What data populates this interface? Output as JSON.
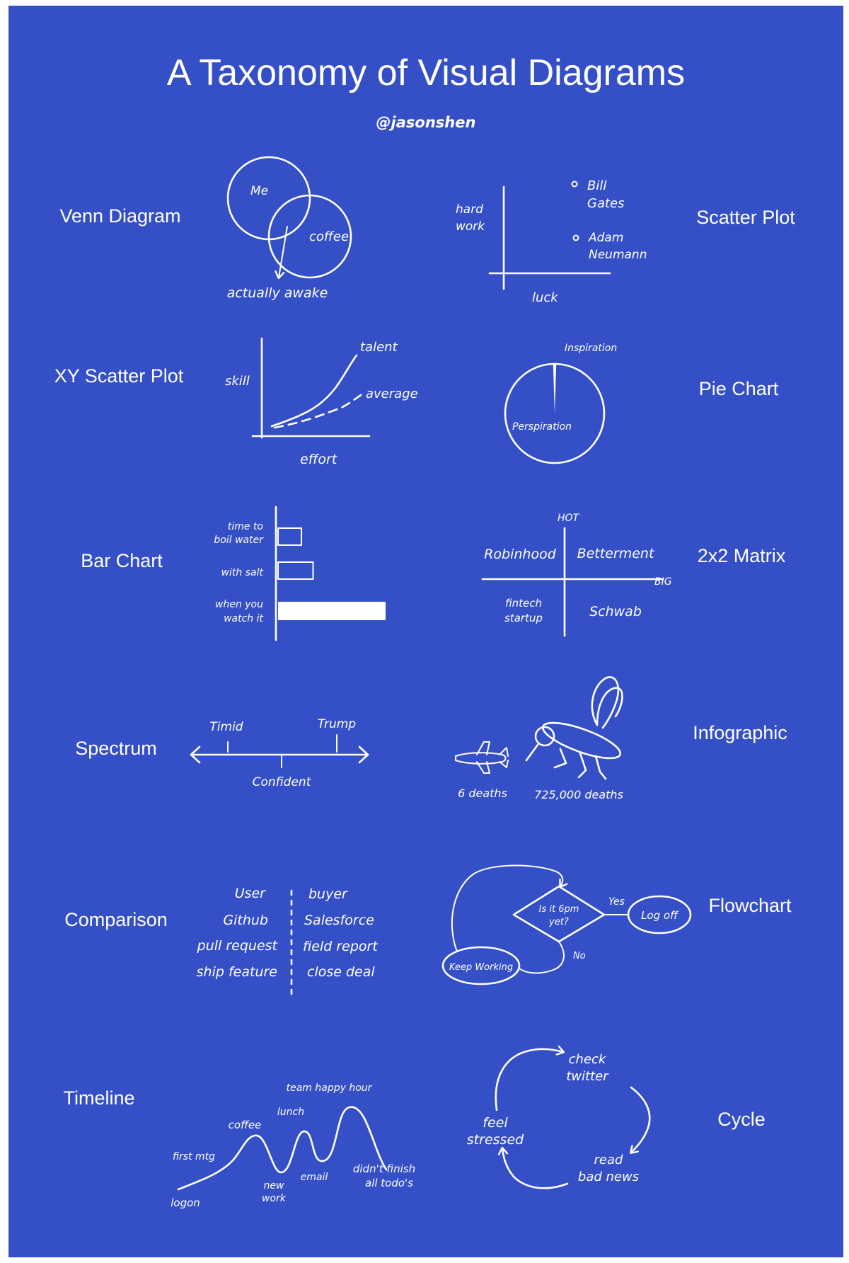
{
  "title": "A Taxonomy of Visual Diagrams",
  "handle": "@jasonshen",
  "colors": {
    "background": "#3550C6",
    "ink": "#ffffff"
  },
  "venn": {
    "label": "Venn Diagram",
    "circle_a": "Me",
    "circle_b": "coffee",
    "overlap": "actually awake"
  },
  "scatter": {
    "label": "Scatter Plot",
    "y_label_1": "hard",
    "y_label_2": "work",
    "x_label": "luck",
    "point_1_line_1": "Bill",
    "point_1_line_2": "Gates",
    "point_2_line_1": "Adam",
    "point_2_line_2": "Neumann"
  },
  "xy_scatter": {
    "label": "XY Scatter Plot",
    "y_label": "skill",
    "x_label": "effort",
    "series_1": "talent",
    "series_2": "average"
  },
  "pie": {
    "label": "Pie Chart",
    "slice_small": "Inspiration",
    "slice_large": "Perspiration",
    "small_share": 0.01
  },
  "bar": {
    "label": "Bar Chart",
    "bar_1_line_1": "time to",
    "bar_1_line_2": "boil water",
    "bar_2": "with salt",
    "bar_3_line_1": "when you",
    "bar_3_line_2": "watch it",
    "values": [
      1,
      1.5,
      4.6
    ]
  },
  "matrix": {
    "label": "2x2 Matrix",
    "y_axis": "HOT",
    "x_axis": "BIG",
    "top_left": "Robinhood",
    "top_right": "Betterment",
    "bottom_left_line_1": "fintech",
    "bottom_left_line_2": "startup",
    "bottom_right": "Schwab"
  },
  "spectrum": {
    "label": "Spectrum",
    "left_mark": "Timid",
    "middle_mark": "Confident",
    "right_mark": "Trump"
  },
  "infographic": {
    "label": "Infographic",
    "left_caption": "6 deaths",
    "right_caption": "725,000 deaths"
  },
  "comparison": {
    "label": "Comparison",
    "left": [
      "User",
      "Github",
      "pull request",
      "ship feature"
    ],
    "right": [
      "buyer",
      "Salesforce",
      "field report",
      "close deal"
    ]
  },
  "flowchart": {
    "label": "Flowchart",
    "decision_line_1": "Is it 6pm",
    "decision_line_2": "yet?",
    "yes": "Yes",
    "no": "No",
    "end_node": "Log off",
    "loop_node": "Keep Working"
  },
  "timeline": {
    "label": "Timeline",
    "events": {
      "logon": "logon",
      "first_mtg": "first mtg",
      "coffee": "coffee",
      "new_work_1": "new",
      "new_work_2": "work",
      "lunch": "lunch",
      "email": "email",
      "happy_hour": "team happy hour",
      "unfinished_1": "didn't finish",
      "unfinished_2": "all todo's"
    }
  },
  "cycle": {
    "label": "Cycle",
    "step_1_line_1": "check",
    "step_1_line_2": "twitter",
    "step_2_line_1": "read",
    "step_2_line_2": "bad news",
    "step_3_line_1": "feel",
    "step_3_line_2": "stressed"
  }
}
